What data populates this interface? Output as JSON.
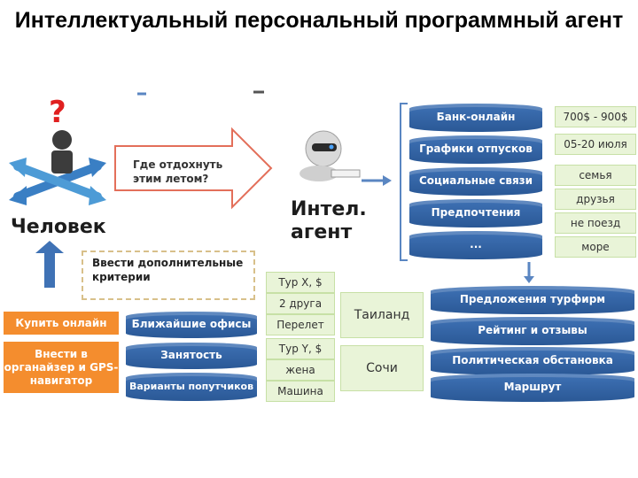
{
  "title": "Интеллектуальный персональный программный агент",
  "human": {
    "label": "Человек",
    "question": "?"
  },
  "query_text": "Где отдохнуть этим летом?",
  "agent_label": "Интел. агент",
  "criteria_text": "Ввести дополнительные критерии",
  "agent_sources": [
    "Банк-онлайн",
    "Графики отпусков",
    "Социальные связи",
    "Предпочтения",
    "..."
  ],
  "agent_values": [
    "700$ - 900$",
    "05-20 июля",
    "семья",
    "друзья",
    "не поезд",
    "море"
  ],
  "offers": [
    "Предложения турфирм",
    "Рейтинг и отзывы",
    "Политическая обстановка",
    "Маршрут"
  ],
  "actions": [
    "Купить онлайн",
    "Внести в органайзер и GPS-навигатор"
  ],
  "nearby": [
    "Ближайшие офисы",
    "Занятость",
    "Варианты попутчиков"
  ],
  "tour_x": [
    "Тур X, $",
    "2 друга",
    "Перелет"
  ],
  "tour_y": [
    "Тур Y, $",
    "жена",
    "Машина"
  ],
  "destinations": [
    "Таиланд",
    "Сочи"
  ],
  "colors": {
    "cylinder": "#2f62a8",
    "tag_bg": "#e9f4d8",
    "orange": "#f48d2e",
    "arrow": "#5a86c2"
  }
}
